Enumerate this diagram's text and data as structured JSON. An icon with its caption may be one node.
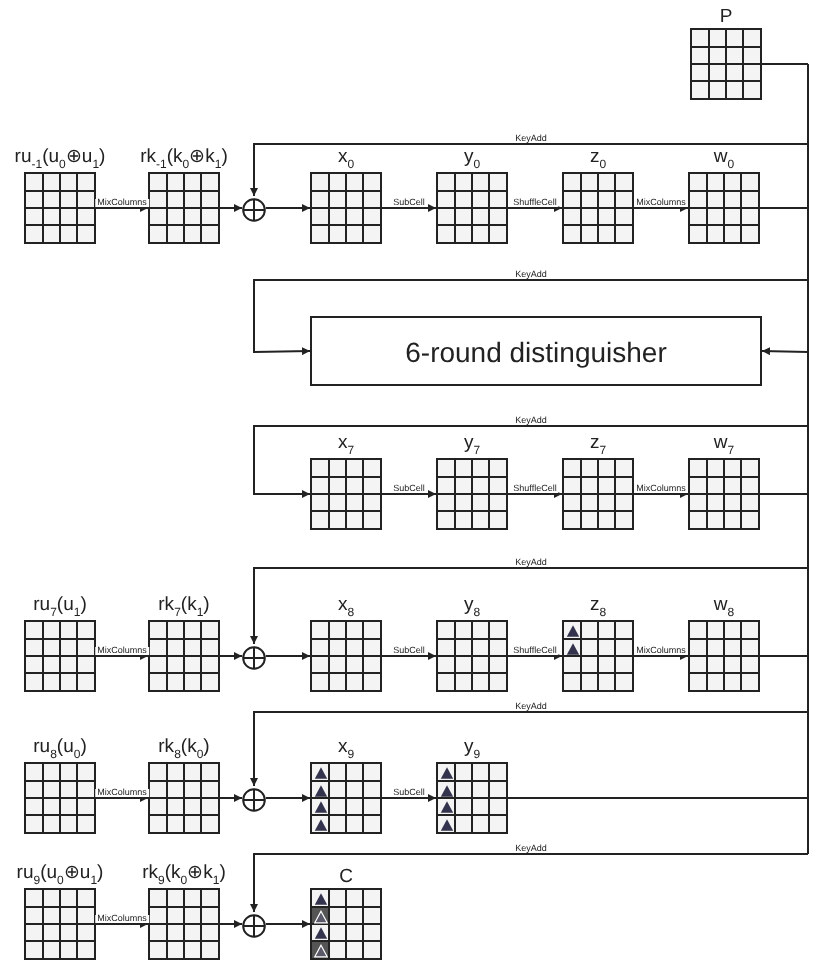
{
  "diagram": {
    "nodes": [
      {
        "text": [
          "P"
        ]
      },
      {
        "text": [
          "ru$_{-1}$(u$_{0}$⊕u$_{1}$)"
        ]
      },
      {
        "text": [
          "rk$_{-1}$(k$_{0}$⊕k$_{1}$)"
        ]
      },
      {
        "text": [],
        "shape": "circle"
      },
      {
        "text": [
          "x$_{0}$"
        ]
      },
      {
        "text": [
          "y$_{0}$"
        ]
      },
      {
        "text": [
          "z$_{0}$"
        ]
      },
      {
        "text": [
          "w$_{0}$"
        ]
      },
      {
        "text": [
          "6-round distinguisher"
        ]
      },
      {
        "text": [
          "x$_{7}$"
        ]
      },
      {
        "text": [
          "y$_{7}$"
        ]
      },
      {
        "text": [
          "z$_{7}$"
        ]
      },
      {
        "text": [
          "w$_{7}$"
        ]
      },
      {
        "text": [
          "ru$_{7}$(u$_{1}$)"
        ]
      },
      {
        "text": [
          "rk$_{7}$(k$_{1}$)"
        ]
      },
      {
        "text": [],
        "shape": "circle"
      },
      {
        "text": [
          "x$_{8}$"
        ]
      },
      {
        "text": [
          "y$_{8}$"
        ]
      },
      {
        "text": [
          "z$_{8}$"
        ]
      },
      {
        "text": [
          "w$_{8}$"
        ]
      },
      {
        "text": [
          "ru$_{8}$(u$_{0}$)"
        ]
      },
      {
        "text": [
          "rk$_{8}$(k$_{0}$)"
        ]
      },
      {
        "text": [],
        "shape": "circle"
      },
      {
        "text": [
          "x$_{9}$"
        ]
      },
      {
        "text": [
          "y$_{9}$"
        ]
      },
      {
        "text": [
          "ru$_{9}$(u$_{0}$⊕u$_{1}$)"
        ]
      },
      {
        "text": [
          "rk$_{9}$(k$_{0}$⊕k$_{1}$)"
        ]
      },
      {
        "text": [],
        "shape": "circle"
      },
      {
        "text": [
          "C"
        ]
      }
    ],
    "edges": [
      {
        "from": 0,
        "to": null,
        "arrow": "none"
      },
      {
        "from": null,
        "to": 3,
        "arrow": "to",
        "label": "KeyAdd"
      },
      {
        "from": 1,
        "to": 2,
        "arrow": "to",
        "label": "MixColumns"
      },
      {
        "from": 2,
        "to": 3,
        "arrow": "to"
      },
      {
        "from": 3,
        "to": 4,
        "arrow": "to"
      },
      {
        "from": 4,
        "to": 5,
        "arrow": "to",
        "label": "SubCell"
      },
      {
        "from": 5,
        "to": 6,
        "arrow": "to",
        "label": "ShuffleCell"
      },
      {
        "from": 6,
        "to": 7,
        "arrow": "to",
        "label": "MixColumns"
      },
      {
        "from": 7,
        "to": null,
        "arrow": "none"
      },
      {
        "from": null,
        "to": 8,
        "arrow": "to",
        "label": "KeyAdd"
      },
      {
        "from": null,
        "to": 8,
        "arrow": "to"
      },
      {
        "from": null,
        "to": 9,
        "arrow": "to",
        "label": "KeyAdd"
      },
      {
        "from": 9,
        "to": 10,
        "arrow": "to",
        "label": "SubCell"
      },
      {
        "from": 10,
        "to": 11,
        "arrow": "to",
        "label": "ShuffleCell"
      },
      {
        "from": 11,
        "to": 12,
        "arrow": "to",
        "label": "MixColumns"
      },
      {
        "from": 12,
        "to": null,
        "arrow": "none"
      },
      {
        "from": null,
        "to": 15,
        "arrow": "to",
        "label": "KeyAdd"
      },
      {
        "from": 13,
        "to": 14,
        "arrow": "to",
        "label": "MixColumns"
      },
      {
        "from": 14,
        "to": 15,
        "arrow": "to"
      },
      {
        "from": 15,
        "to": 16,
        "arrow": "to"
      },
      {
        "from": 16,
        "to": 17,
        "arrow": "to",
        "label": "SubCell"
      },
      {
        "from": 17,
        "to": 18,
        "arrow": "to",
        "label": "ShuffleCell"
      },
      {
        "from": 18,
        "to": 19,
        "arrow": "to",
        "label": "MixColumns"
      },
      {
        "from": 19,
        "to": null,
        "arrow": "none"
      },
      {
        "from": null,
        "to": 22,
        "arrow": "to",
        "label": "KeyAdd"
      },
      {
        "from": 20,
        "to": 21,
        "arrow": "to",
        "label": "MixColumns"
      },
      {
        "from": 21,
        "to": 22,
        "arrow": "to"
      },
      {
        "from": 22,
        "to": 23,
        "arrow": "to"
      },
      {
        "from": 23,
        "to": 24,
        "arrow": "to",
        "label": "SubCell"
      },
      {
        "from": 24,
        "to": null,
        "arrow": "none"
      },
      {
        "from": null,
        "to": 27,
        "arrow": "to",
        "label": "KeyAdd"
      },
      {
        "from": 25,
        "to": 26,
        "arrow": "to",
        "label": "MixColumns"
      },
      {
        "from": 26,
        "to": 27,
        "arrow": "to"
      },
      {
        "from": 27,
        "to": 28,
        "arrow": "to"
      }
    ]
  }
}
